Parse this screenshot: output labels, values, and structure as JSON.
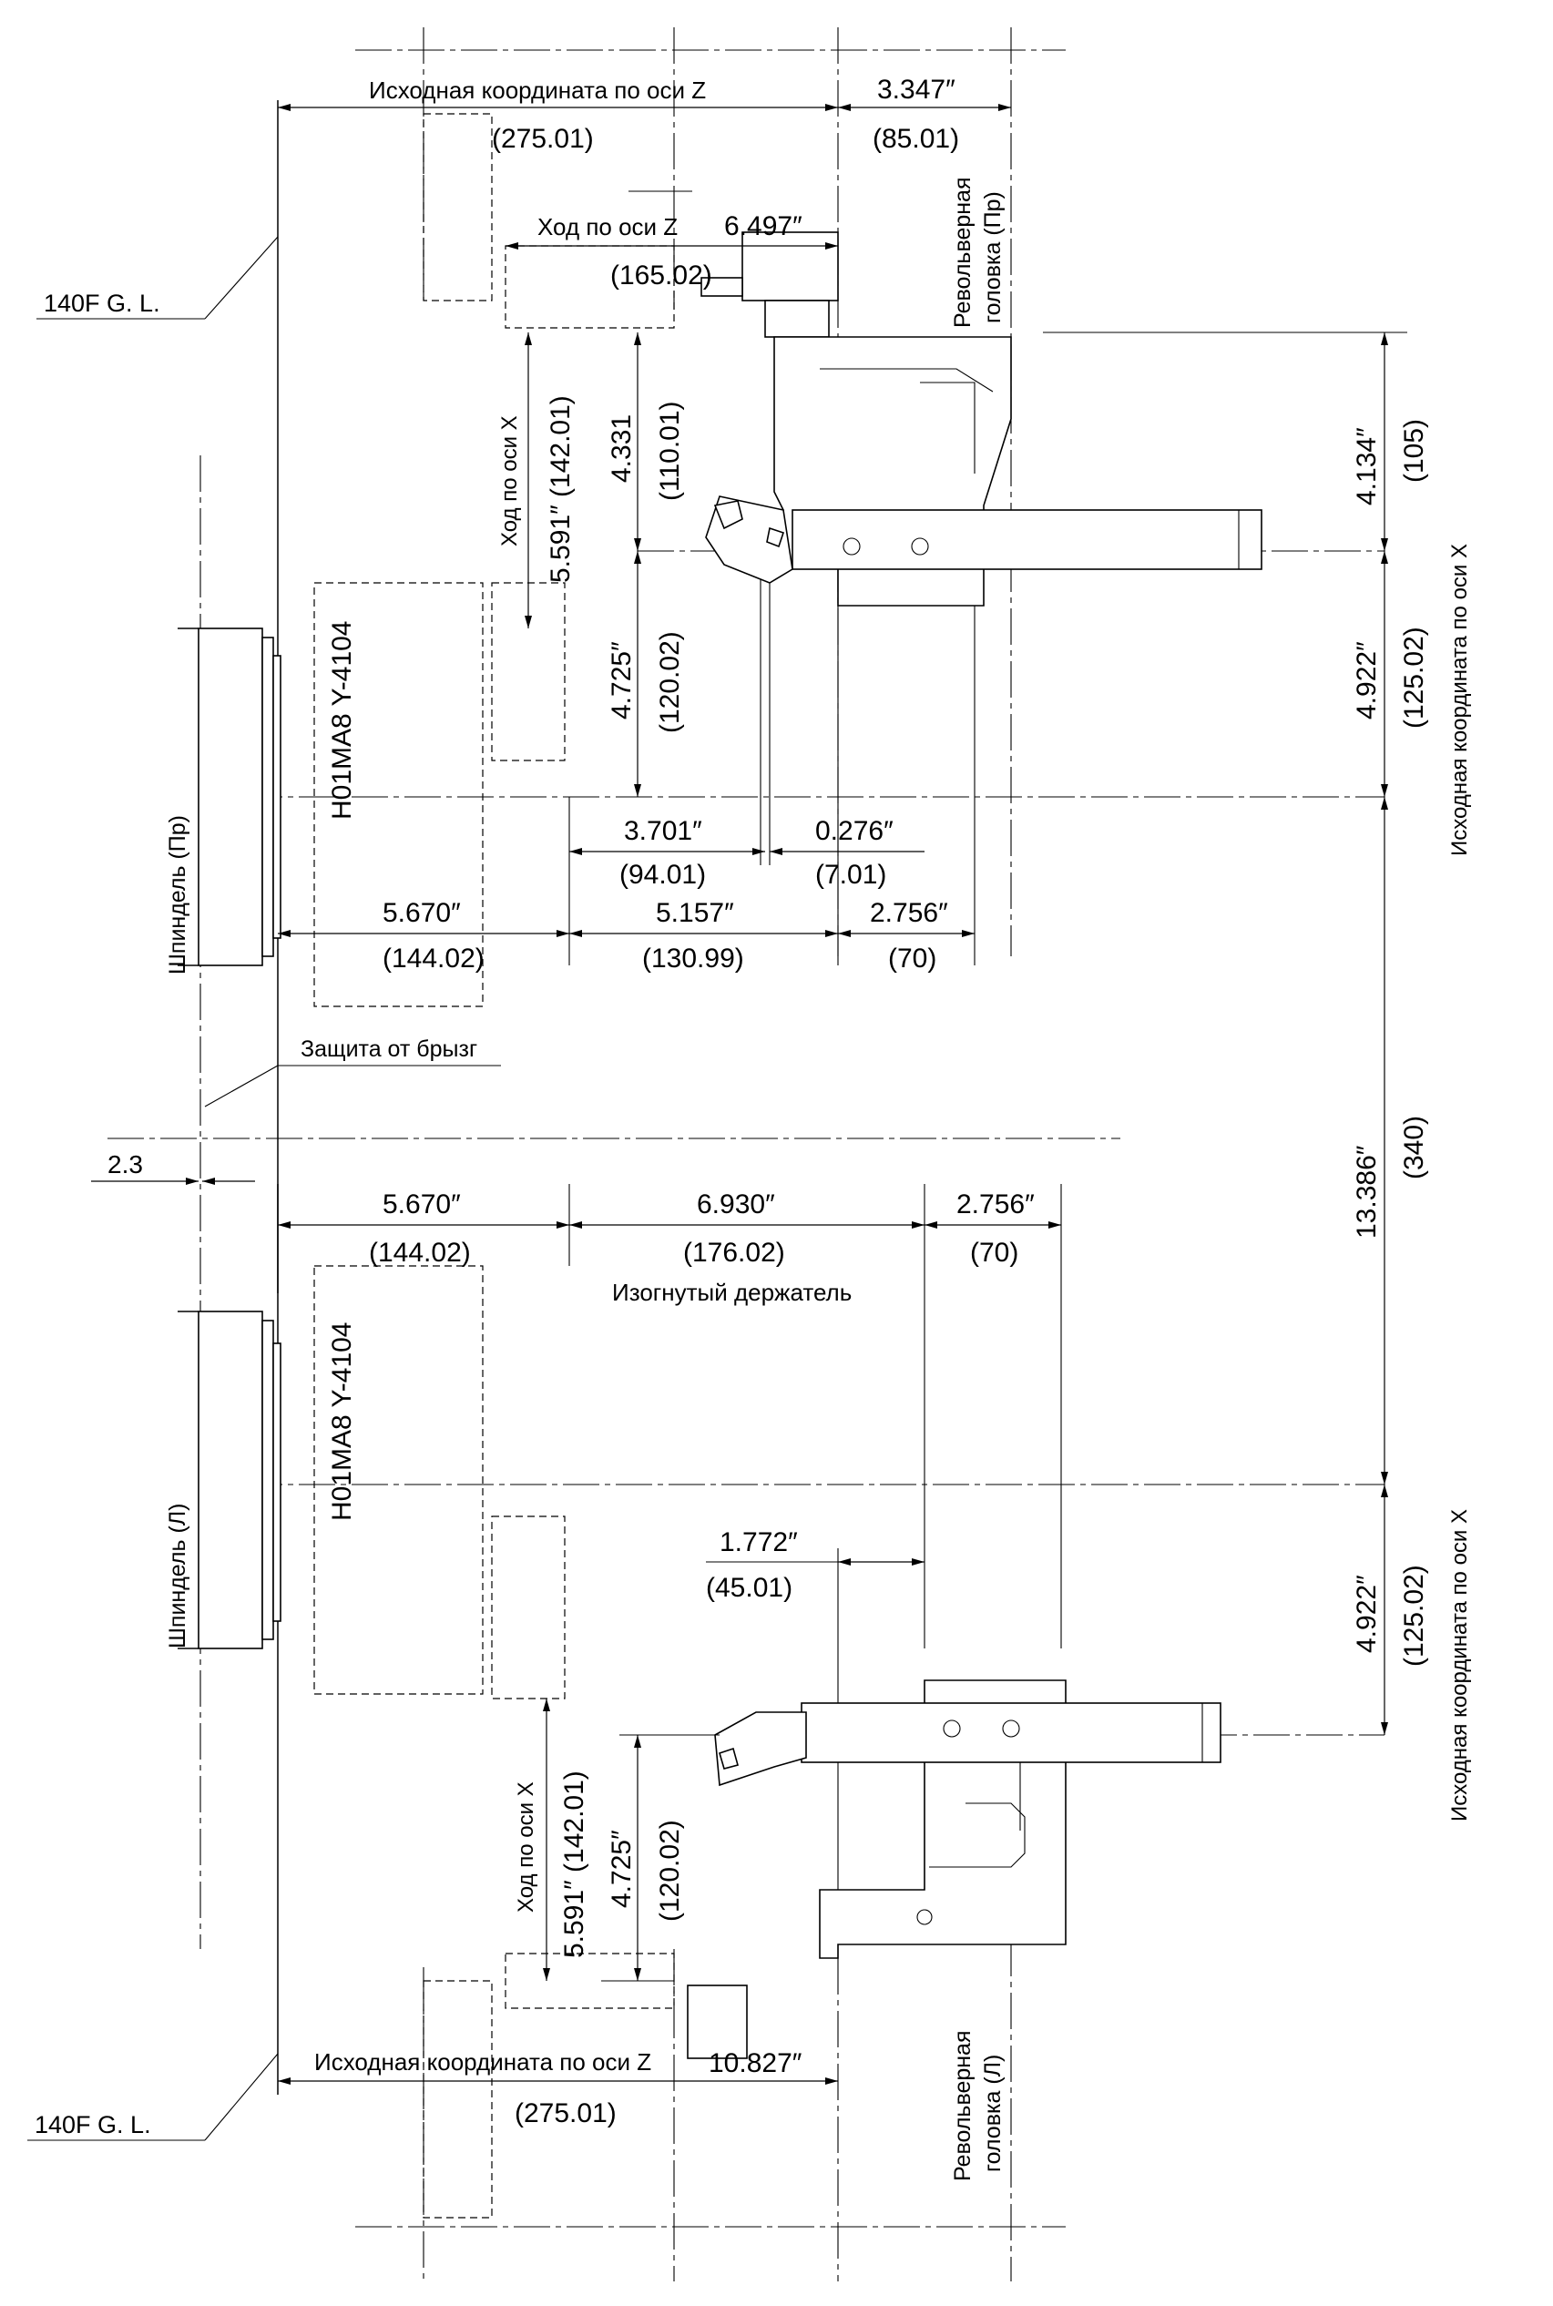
{
  "labels": {
    "gl_top": "140F G. L.",
    "gl_bottom": "140F G. L.",
    "splash_guard": "Защита от брызг",
    "bent_holder": "Изогнутый держатель",
    "spindle_right": "Шпиндель (Пр)",
    "spindle_left": "Шпиндель (Л)",
    "chuck_top": "H01MA8 Y-4104",
    "chuck_bottom": "H01MA8 Y-4104",
    "turret_right": [
      "Револьверная",
      "головка (Пр)"
    ],
    "turret_left": [
      "Револьверная",
      "головка (Л)"
    ],
    "x_origin_top": "Исходная координата по оси X",
    "x_origin_bottom": "Исходная координата по оси X",
    "x_stroke_top": "Ход по оси X",
    "x_stroke_bottom": "Ход по оси X"
  },
  "dims": {
    "z_origin_top": "Исходная координата по оси Z",
    "z_origin_top_mm": "(275.01)",
    "d3347": "3.347″",
    "d3347_mm": "(85.01)",
    "z_stroke": "Ход по оси Z",
    "d6497": "6.497″",
    "d6497_mm": "(165.02)",
    "x_stroke_top_val": "5.591″ (142.01)",
    "d4331": "4.331",
    "d4331_mm": "(110.01)",
    "d4725_top": "4.725″",
    "d4725_top_mm": "(120.02)",
    "d3701": "3.701″",
    "d3701_mm": "(94.01)",
    "d0276": "0.276″",
    "d0276_mm": "(7.01)",
    "d5670_top": "5.670″",
    "d5670_top_mm": "(144.02)",
    "d5157": "5.157″",
    "d5157_mm": "(130.99)",
    "d2756_top": "2.756″",
    "d2756_top_mm": "(70)",
    "d4134": "4.134″",
    "d4134_mm": "(105)",
    "d4922_top": "4.922″",
    "d4922_top_mm": "(125.02)",
    "d13386": "13.386″",
    "d13386_mm": "(340)",
    "d23": "2.3",
    "d5670_bot": "5.670″",
    "d5670_bot_mm": "(144.02)",
    "d6930": "6.930″",
    "d6930_mm": "(176.02)",
    "d2756_bot": "2.756″",
    "d2756_bot_mm": "(70)",
    "d1772": "1.772″",
    "d1772_mm": "(45.01)",
    "d4922_bot": "4.922″",
    "d4922_bot_mm": "(125.02)",
    "x_stroke_bottom_val": "5.591″ (142.01)",
    "d4725_bot": "4.725″",
    "d4725_bot_mm": "(120.02)",
    "z_origin_bottom": "Исходная координата по оси Z",
    "d10827": "10.827″",
    "z_origin_bottom_mm": "(275.01)"
  }
}
